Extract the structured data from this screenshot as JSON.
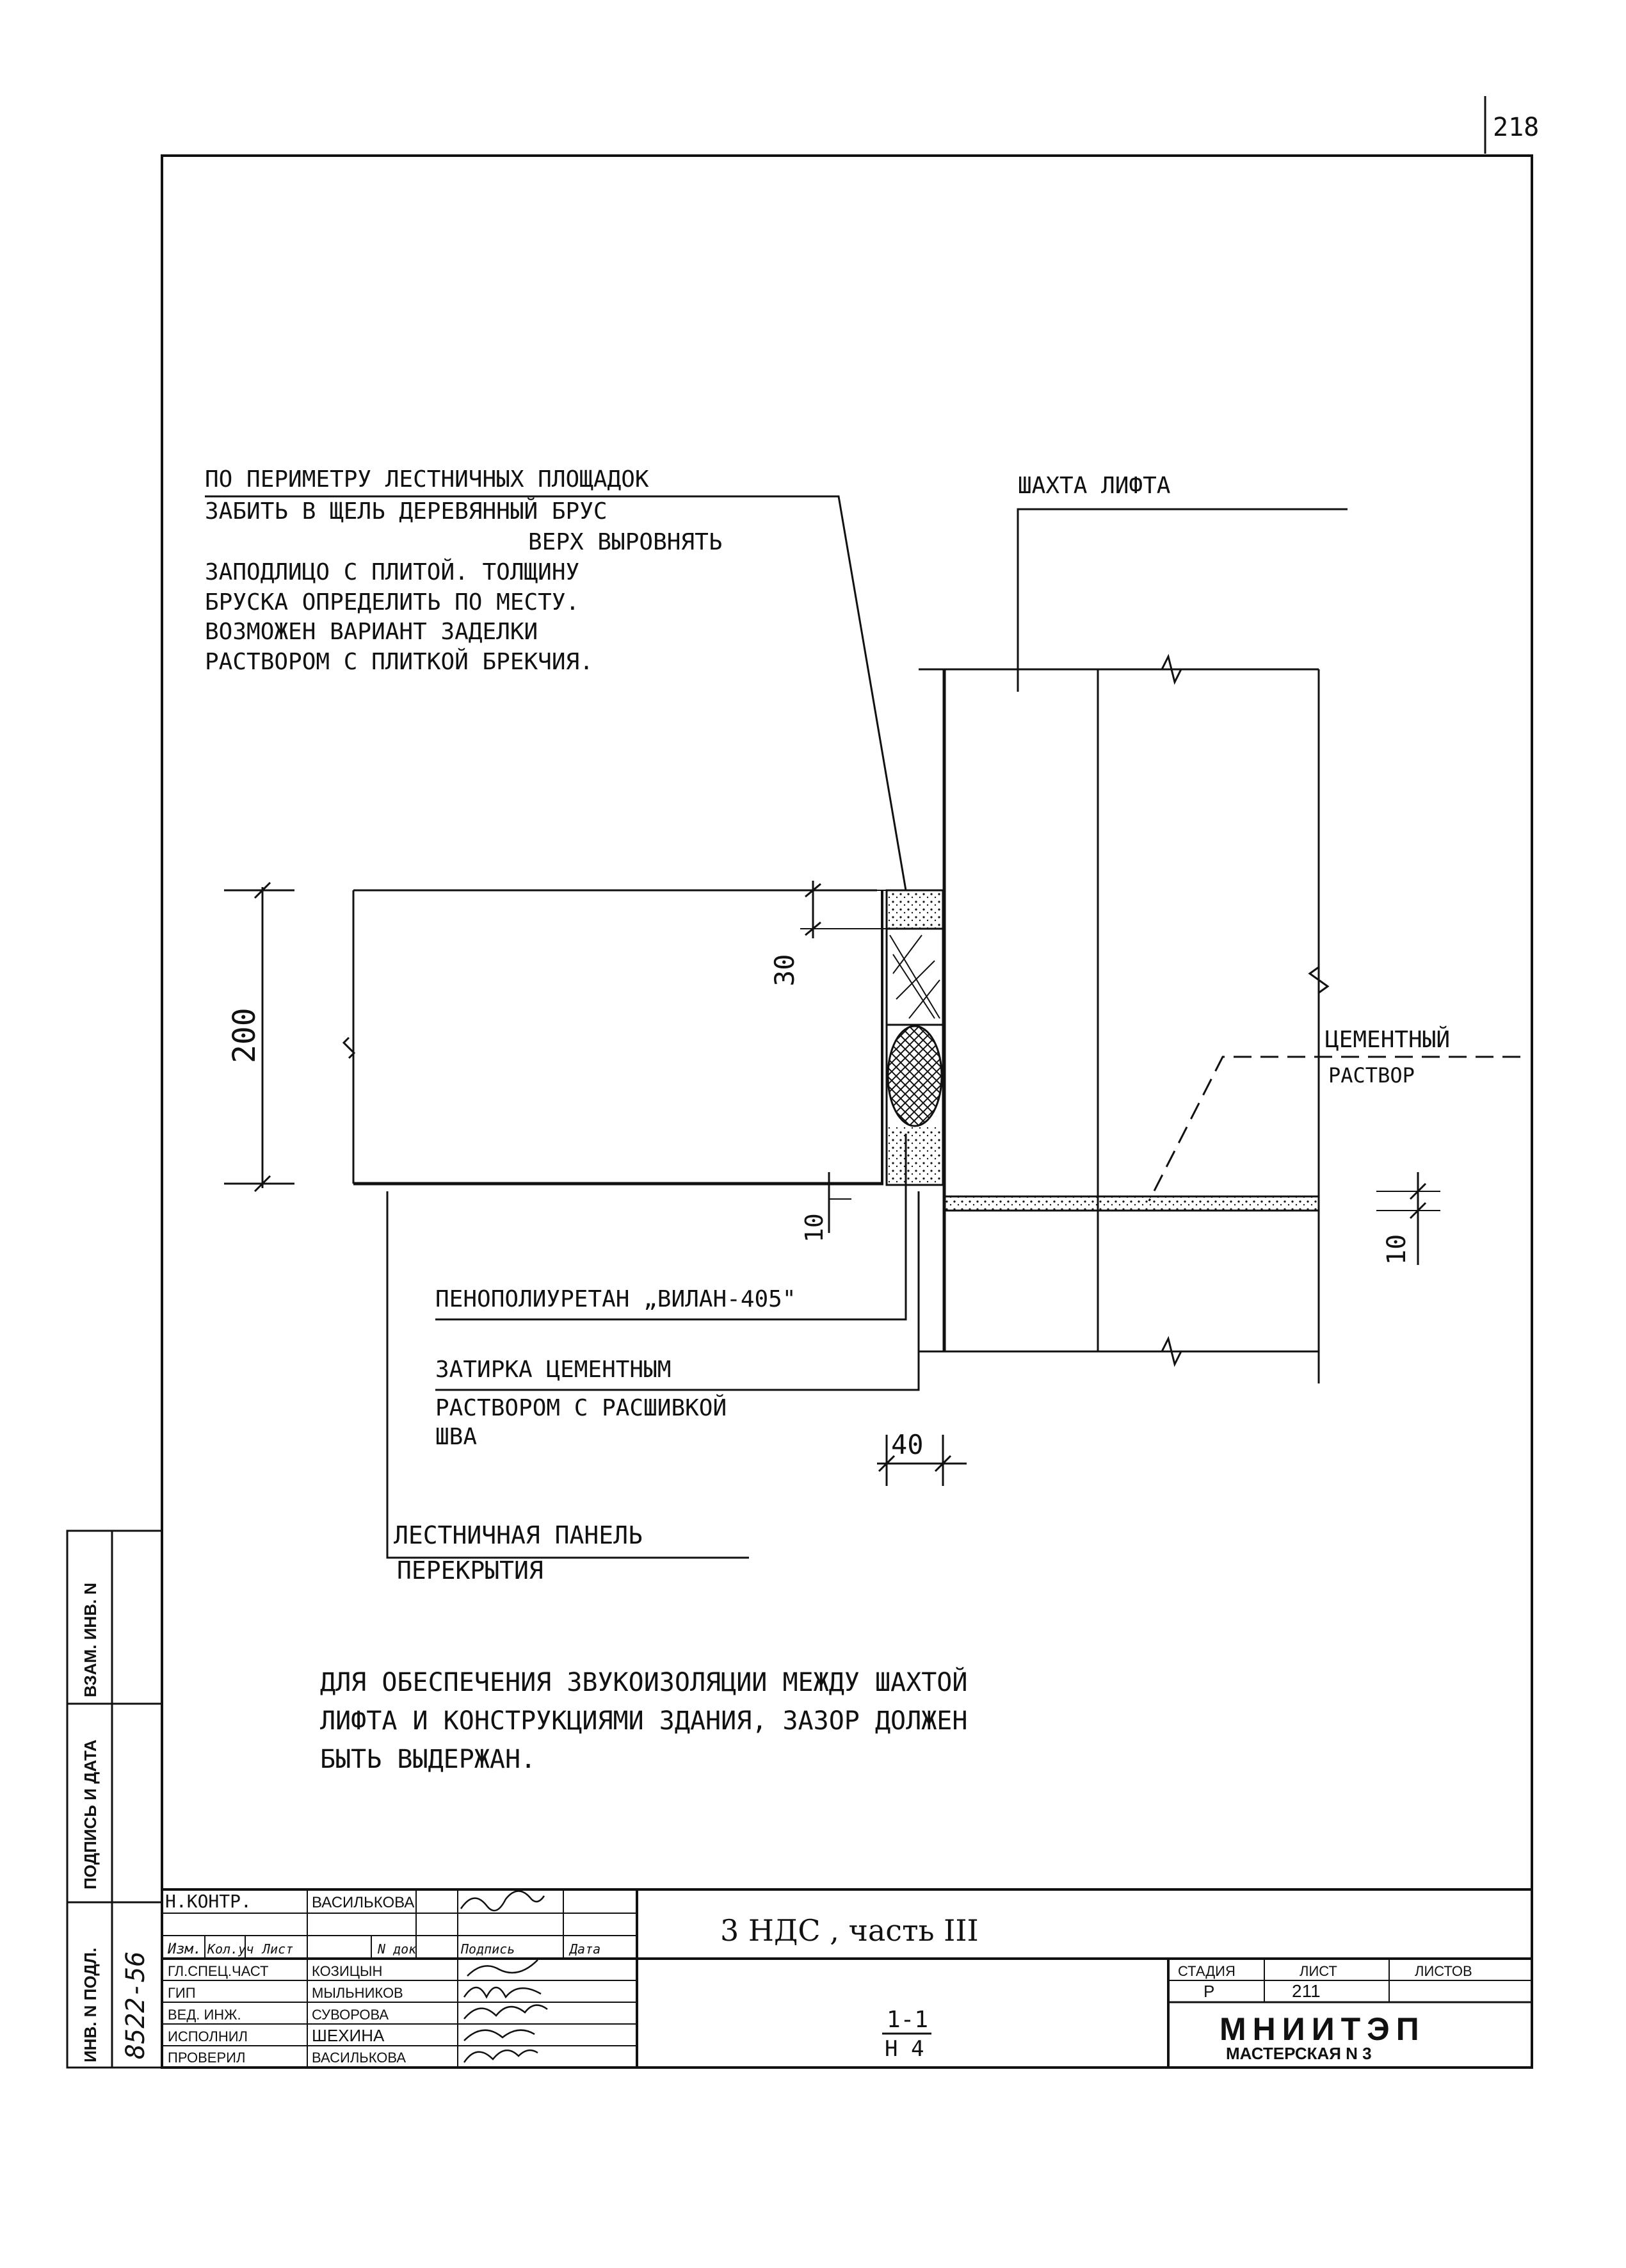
{
  "page_number": "218",
  "notes": {
    "perimeter": [
      "ПО ПЕРИМЕТРУ ЛЕСТНИЧНЫХ ПЛОЩАДОК",
      "ЗАБИТЬ В ЩЕЛЬ ДЕРЕВЯННЫЙ БРУС",
      "ВЕРХ ВЫРОВНЯТЬ",
      "ЗАПОДЛИЦО С ПЛИТОЙ. ТОЛЩИНУ",
      "БРУСКА ОПРЕДЕЛИТЬ ПО МЕСТУ.",
      "ВОЗМОЖЕН ВАРИАНТ ЗАДЕЛКИ",
      "РАСТВОРОМ С ПЛИТКОЙ БРЕКЧИЯ."
    ],
    "shaft": "ШАХТА ЛИФТА",
    "mortar": [
      "ЦЕМЕНТНЫЙ",
      "РАСТВОР"
    ],
    "foam": "ПЕНОПОЛИУРЕТАН „ВИЛАН-405\"",
    "grout": [
      "ЗАТИРКА ЦЕМЕНТНЫМ",
      "РАСТВОРОМ С РАСШИВКОЙ",
      "ШВА"
    ],
    "panel": [
      "ЛЕСТНИЧНАЯ ПАНЕЛЬ",
      "ПЕРЕКРЫТИЯ"
    ],
    "bottom": [
      "ДЛЯ ОБЕСПЕЧЕНИЯ ЗВУКОИЗОЛЯЦИИ МЕЖДУ ШАХТОЙ",
      "ЛИФТА И КОНСТРУКЦИЯМИ ЗДАНИЯ, ЗАЗОР ДОЛЖЕН",
      "БЫТЬ ВЫДЕРЖАН."
    ]
  },
  "dimensions": {
    "height": "200",
    "top_gap": "30",
    "bottom_gap": "10",
    "right_gap": "10",
    "width": "40"
  },
  "side_stamp": [
    "ИНВ. N ПОДЛ.",
    "ПОДПИСЬ И ДАТА",
    "ВЗАМ. ИНВ. N"
  ],
  "side_stamp_value": "8522-56",
  "title_block": {
    "nkontr_label": "Н.КОНТР.",
    "nkontr_name": "ВАСИЛЬКОВА",
    "header": [
      "Изм.",
      "Кол.уч",
      "Лист",
      "N док",
      "Подпись",
      "Дата"
    ],
    "rows": [
      {
        "role": "ГЛ.СПЕЦ.ЧАСТ",
        "name": "КОЗИЦЫН"
      },
      {
        "role": "ГИП",
        "name": "МЫЛЬНИКОВ"
      },
      {
        "role": "ВЕД. ИНЖ.",
        "name": "СУВОРОВА"
      },
      {
        "role": "ИСПОЛНИЛ",
        "name": "ШЕХИНА"
      },
      {
        "role": "ПРОВЕРИЛ",
        "name": "ВАСИЛЬКОВА"
      }
    ],
    "project_title": "3 НДС , часть III",
    "section_top": "1-1",
    "section_bottom": "Н 4",
    "stage_label": "СТАДИЯ",
    "sheet_label": "ЛИСТ",
    "sheets_label": "ЛИСТОВ",
    "stage_value": "Р",
    "sheet_value": "211",
    "org": "МНИИТЭП",
    "workshop": "МАСТЕРСКАЯ N 3"
  }
}
